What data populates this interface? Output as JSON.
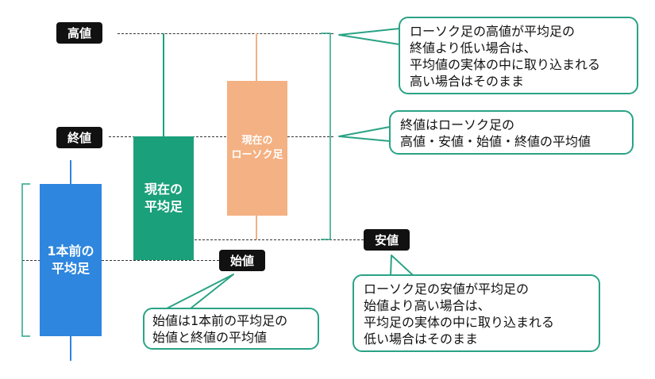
{
  "labels": {
    "high": "高値",
    "close": "終値",
    "low": "安値",
    "open": "始値"
  },
  "candles": {
    "prev_ha": [
      "1本前の",
      "平均足"
    ],
    "current_ha": [
      "現在の",
      "平均足"
    ],
    "current_candle": [
      "現在の",
      "ローソク足"
    ]
  },
  "callouts": {
    "high_rule": [
      "ローソク足の高値が平均足の",
      "終値より低い場合は、",
      "平均値の実体の中に取り込まれる",
      "高い場合はそのまま"
    ],
    "close_rule": [
      "終値はローソク足の",
      "高値・安値・始値・終値の平均値"
    ],
    "low_rule": [
      "ローソク足の安値が平均足の",
      "始値より高い場合は、",
      "平均足の実体の中に取り込まれる",
      "低い場合はそのまま"
    ],
    "open_rule": [
      "始値は1本前の平均足の",
      "始値と終値の平均値"
    ]
  },
  "colors": {
    "prev_ha": "#2e86de",
    "current_ha": "#1aa07a",
    "current_candle": "#f4b183",
    "callout_border": "#2aa385",
    "tag_bg": "#111111"
  }
}
